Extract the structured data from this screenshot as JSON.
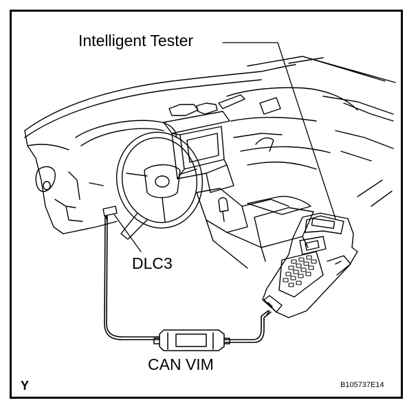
{
  "labels": {
    "intelligent_tester": "Intelligent Tester",
    "dlc3": "DLC3",
    "can_vim": "CAN VIM",
    "corner_mark": "Y",
    "figure_code": "B105737E14"
  }
}
